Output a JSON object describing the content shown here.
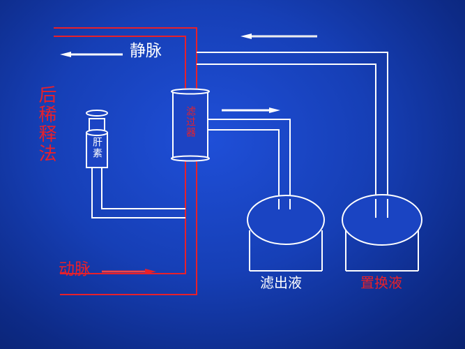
{
  "labels": {
    "vein": "静脉",
    "artery": "动脉",
    "method": "后稀释法",
    "heparin": "肝素",
    "filter": "滤过器",
    "filtrate": "滤出液",
    "replacement": "置换液"
  },
  "colors": {
    "background": "#163fb6",
    "line": "#ffffff",
    "accent": "#e8202a"
  }
}
